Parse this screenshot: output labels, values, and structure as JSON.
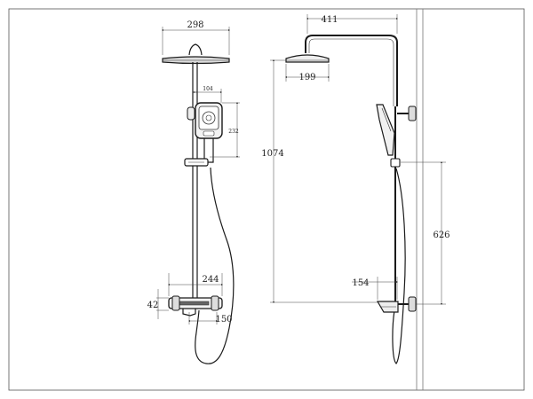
{
  "dimensions": {
    "rain_head_width": "298",
    "handheld_offset": "104",
    "handheld_height": "232",
    "mixer_width": "244",
    "mixer_height": "42",
    "spout_length": "150",
    "arm_reach": "411",
    "head_depth": "199",
    "total_height": "1074",
    "slide_to_mixer": "626",
    "shelf_depth": "154"
  },
  "colors": {
    "stroke": "#1a1a1a",
    "frame": "#555555",
    "wall": "#777777"
  }
}
